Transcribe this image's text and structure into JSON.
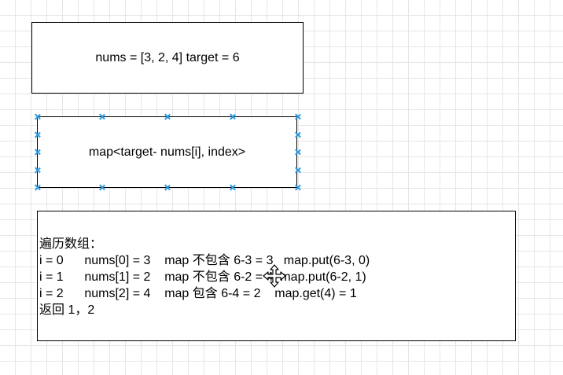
{
  "boxes": {
    "input_label": "nums = [3, 2, 4]  target  = 6",
    "map_label": "map<target- nums[i], index>",
    "trace_lines": [
      "遍历数组：",
      "i = 0      nums[0] = 3    map 不包含 6-3 = 3   map.put(6-3, 0)",
      "i = 1      nums[1] = 2    map 不包含 6-2 = 4  map.put(6-2, 1)",
      "i = 2      nums[2] = 4    map 包含 6-4 = 2    map.get(4) = 1",
      "返回 1，2"
    ]
  },
  "icons": {
    "selection_handle": "x-handle-icon",
    "cursor": "move-cursor-icon"
  },
  "colors": {
    "selection": "#2d9be0",
    "grid": "#e6e6e6",
    "border": "#000000"
  }
}
